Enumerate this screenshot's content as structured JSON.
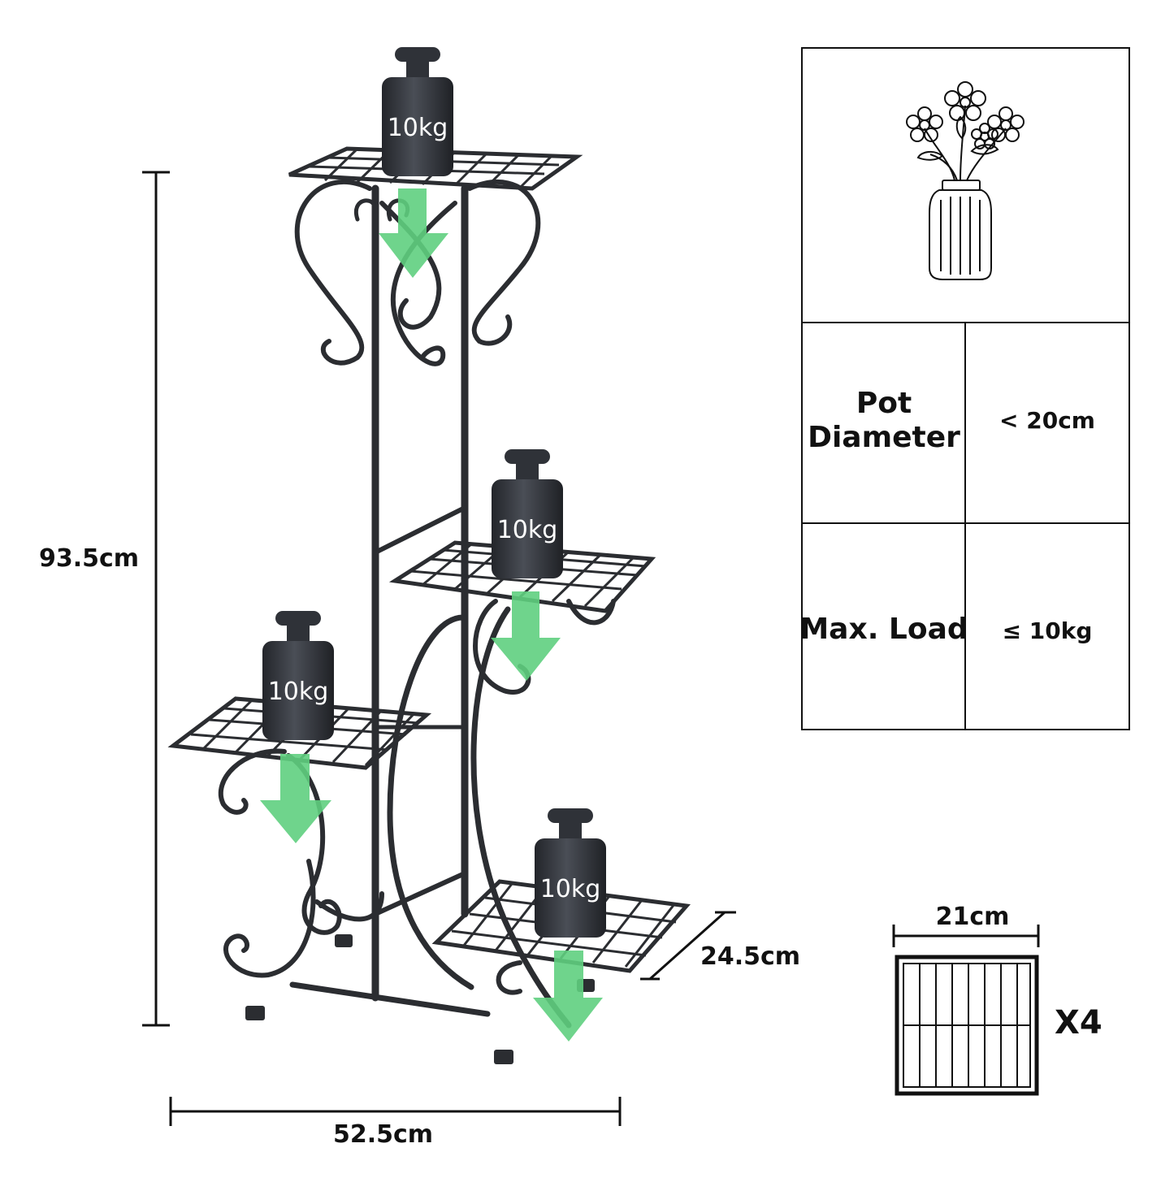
{
  "dimensions": {
    "height": "93.5cm",
    "width": "52.5cm",
    "depth": "24.5cm",
    "shelf_width": "21cm",
    "shelf_count": "X4"
  },
  "weights": [
    {
      "label": "10kg"
    },
    {
      "label": "10kg"
    },
    {
      "label": "10kg"
    },
    {
      "label": "10kg"
    }
  ],
  "specs": {
    "pot_diameter_label_line1": "Pot",
    "pot_diameter_label_line2": "Diameter",
    "pot_diameter_value": "< 20cm",
    "max_load_label": "Max. Load",
    "max_load_value": "≤ 10kg"
  },
  "colors": {
    "metal": "#2b2d31",
    "weight": "#3a3d44",
    "arrow": "#5fcf80",
    "line": "#111111"
  },
  "icons": [
    "flower-vase-icon",
    "shelf-grid-icon",
    "weight-icon",
    "down-arrow-icon"
  ]
}
